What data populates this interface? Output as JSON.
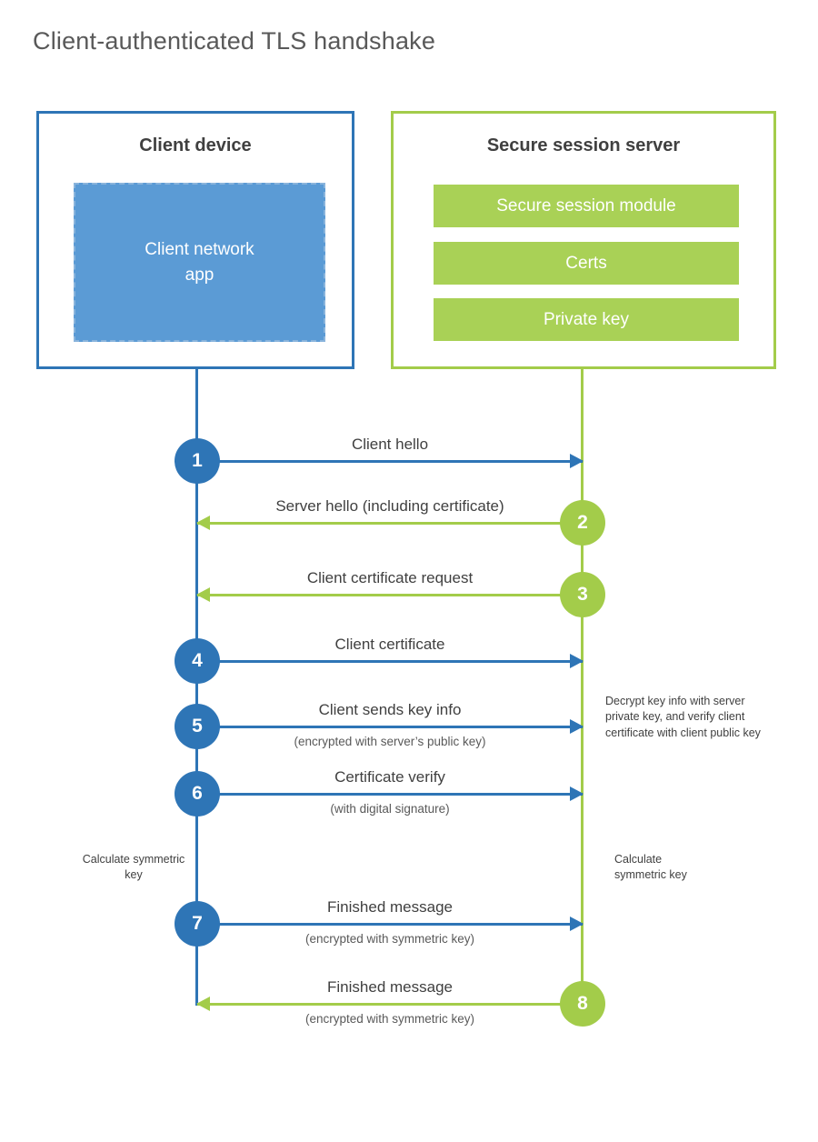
{
  "title": "Client-authenticated TLS handshake",
  "colors": {
    "blue": "#2e75b6",
    "blue_fill": "#5b9bd5",
    "green": "#a3cc4a",
    "green_fill": "#a9d156",
    "heading": "#404040",
    "title": "#595959",
    "sub": "#595959"
  },
  "client": {
    "title": "Client device",
    "app_label": "Client network app"
  },
  "server": {
    "title": "Secure session server",
    "modules": [
      "Secure session module",
      "Certs",
      "Private key"
    ]
  },
  "messages": [
    {
      "num": "1",
      "label": "Client hello",
      "direction": "client-to-server"
    },
    {
      "num": "2",
      "label": "Server hello (including certificate)",
      "direction": "server-to-client"
    },
    {
      "num": "3",
      "label": "Client certificate request",
      "direction": "server-to-client"
    },
    {
      "num": "4",
      "label": "Client certificate",
      "direction": "client-to-server"
    },
    {
      "num": "5",
      "label": "Client sends key info",
      "sub": "(encrypted with server’s public key)",
      "direction": "client-to-server"
    },
    {
      "num": "6",
      "label": "Certificate verify",
      "sub": "(with digital signature)",
      "direction": "client-to-server"
    },
    {
      "num": "7",
      "label": "Finished message",
      "sub": "(encrypted with symmetric key)",
      "direction": "client-to-server"
    },
    {
      "num": "8",
      "label": "Finished message",
      "sub": "(encrypted with symmetric key)",
      "direction": "server-to-client"
    }
  ],
  "notes": {
    "decrypt": "Decrypt key info with server private key, and verify client certificate with client public key",
    "calc_client": "Calculate symmetric key",
    "calc_server": "Calculate symmetric key"
  }
}
